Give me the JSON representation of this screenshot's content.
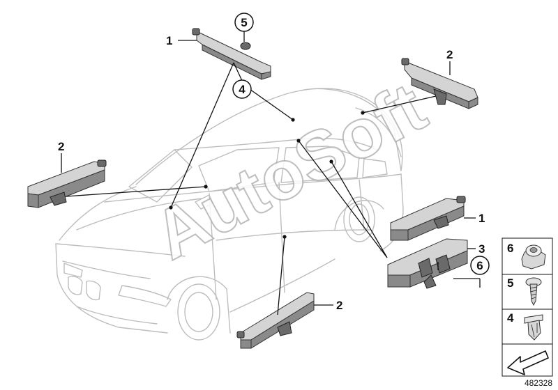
{
  "callouts": {
    "c1_upper": "1",
    "c5_circle": "5",
    "c4_circle": "4",
    "c2_topright": "2",
    "c2_left": "2",
    "c1_right": "1",
    "c3_right": "3",
    "c6_circle": "6",
    "c2_bottom": "2"
  },
  "legend": {
    "items": [
      {
        "number": "6",
        "icon": "nut-icon"
      },
      {
        "number": "5",
        "icon": "screw-icon"
      },
      {
        "number": "4",
        "icon": "clip-rivet-icon"
      }
    ],
    "arrow_icon": "arrow-icon"
  },
  "watermark": "AutoSoft",
  "diagram_id": "482328",
  "colors": {
    "part_light": "#d4d4d4",
    "part_dark": "#8a8a8a",
    "car_outline": "#bdbdbd",
    "leader": "#111111"
  }
}
